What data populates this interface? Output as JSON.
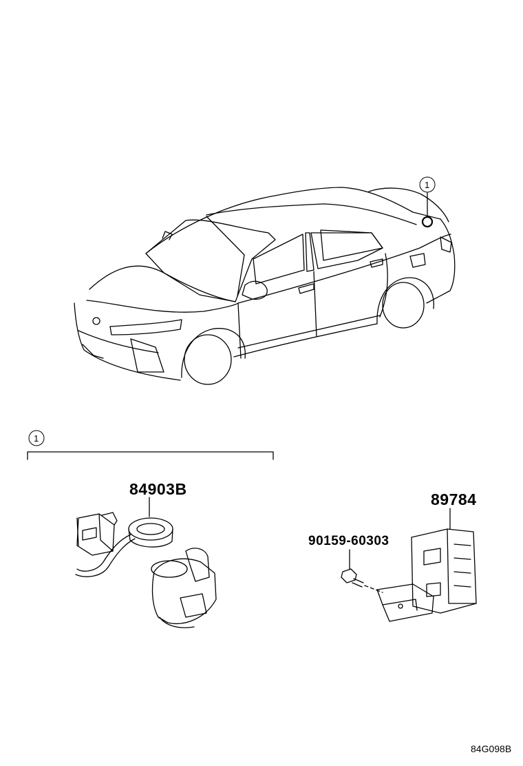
{
  "diagram": {
    "callout_number": "1",
    "parts": {
      "switch_assembly": "84903B",
      "computer_assembly": "89784",
      "bolt": "90159-60303"
    },
    "reference_code": "84G098B"
  },
  "colors": {
    "line": "#000000",
    "background": "#ffffff"
  }
}
